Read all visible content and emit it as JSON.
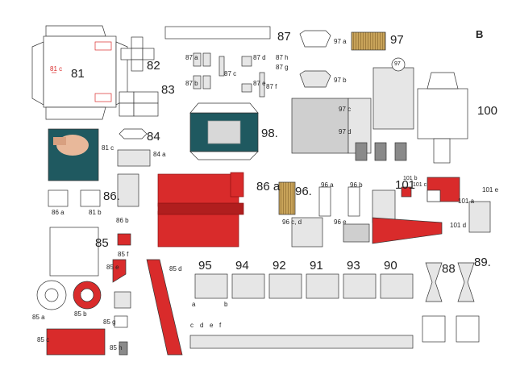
{
  "sheet": {
    "corner_letter": "B",
    "colors": {
      "paper": "#ffffff",
      "red": "#d92b2b",
      "dark_red": "#b01e1e",
      "grey": "#cfcfcf",
      "light_grey": "#e6e6e6",
      "line": "#333333",
      "teal": "#1f5960",
      "tan": "#c8a35a",
      "skin": "#e8b89a"
    },
    "labels": {
      "p81": "81",
      "p81c_inner": "81 c",
      "p81c": "81 c",
      "p82": "82",
      "p83": "83",
      "p84": "84",
      "p84a": "84 a",
      "p85": "85",
      "p85a": "85 a",
      "p85b": "85 b",
      "p85c": "85 c",
      "p85d": "85 d",
      "p85e": "85 e",
      "p85f": "85 f",
      "p85g": "85 g",
      "p85h": "85 h",
      "p85_circle": "85 g",
      "p86": "86.",
      "p86a": "86 a",
      "p86b": "86 b",
      "p86_left_a": "86 a",
      "p86_left_b": "81 b",
      "p87": "87",
      "p87a": "87 a",
      "p87b": "87 b",
      "p87c": "87 c",
      "p87d": "87 d",
      "p87e": "87 e",
      "p87f": "87 f",
      "p87g": "87 g",
      "p87h": "87 h",
      "p88": "88",
      "p89": "89.",
      "p90": "90",
      "p91": "91",
      "p92": "92",
      "p93": "93",
      "p94": "94",
      "p95": "95",
      "p96": "96.",
      "p96a": "96 a",
      "p96b": "96 b",
      "p96cd": "96 c, d",
      "p96e": "96 e",
      "p97": "97",
      "p97a": "97 a",
      "p97b": "97 b",
      "p97c": "97 c",
      "p97d": "97 d",
      "p97_circle": "97",
      "p98": "98.",
      "p100": "100",
      "p101": "101",
      "p101a": "101 a",
      "p101b": "101 b",
      "p101c": "101 c",
      "p101d": "101 d",
      "p101e": "101 e",
      "mark_a": "a",
      "mark_b": "b",
      "mark_c": "c",
      "mark_d": "d",
      "mark_e": "e",
      "mark_f": "f"
    }
  }
}
